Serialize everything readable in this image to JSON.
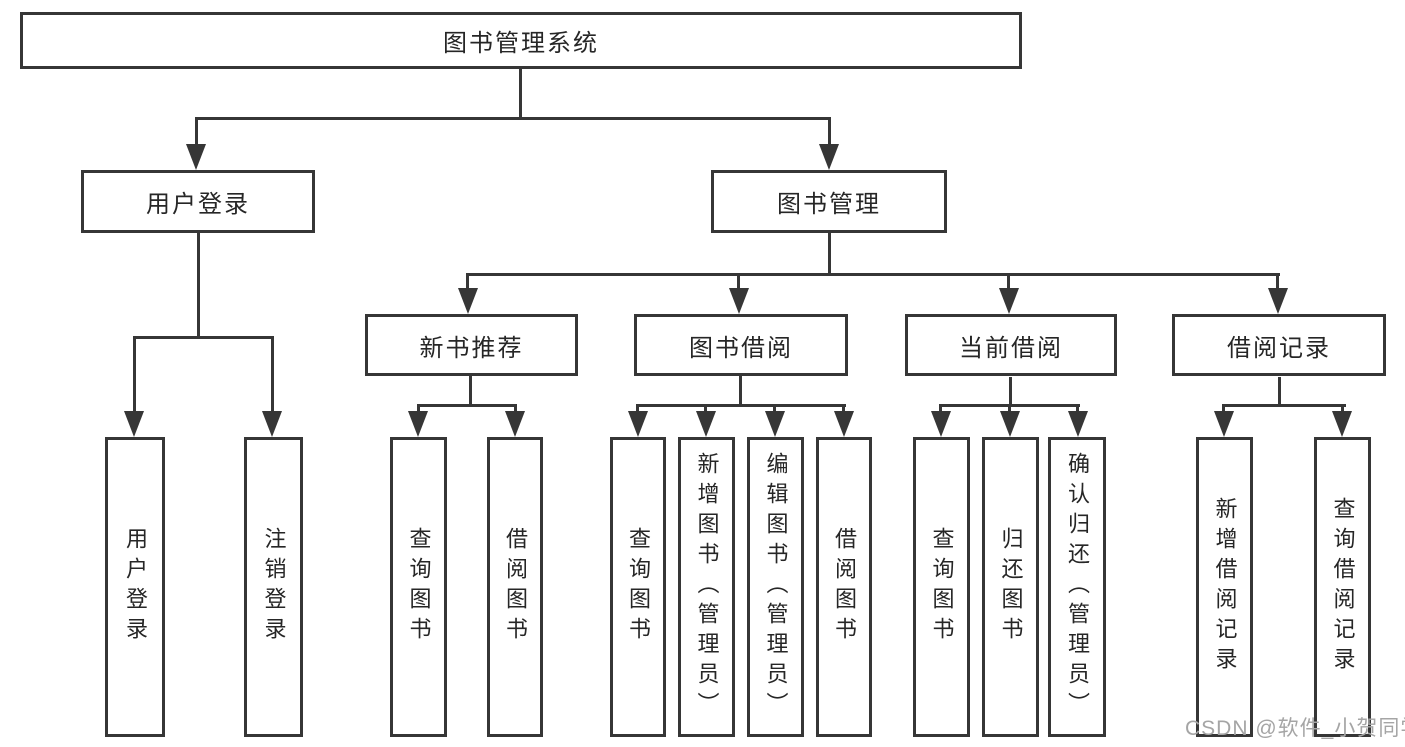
{
  "tree": {
    "root": "图书管理系统",
    "branches": [
      {
        "label": "用户登录",
        "children": [
          "用户登录",
          "注销登录"
        ]
      },
      {
        "label": "图书管理",
        "groups": [
          {
            "label": "新书推荐",
            "children": [
              "查询图书",
              "借阅图书"
            ]
          },
          {
            "label": "图书借阅",
            "children": [
              "查询图书",
              "新增图书（管理员）",
              "编辑图书（管理员）",
              "借阅图书"
            ]
          },
          {
            "label": "当前借阅",
            "children": [
              "查询图书",
              "归还图书",
              "确认归还（管理员）"
            ]
          },
          {
            "label": "借阅记录",
            "children": [
              "新增借阅记录",
              "查询借阅记录"
            ]
          }
        ]
      }
    ]
  },
  "watermark": {
    "text": "CSDN @软件_小贺同学"
  },
  "colors": {
    "line": "#363636",
    "border": "#363636",
    "text": "#262626",
    "background": "#ffffff",
    "watermark": "#a5a5a5"
  }
}
